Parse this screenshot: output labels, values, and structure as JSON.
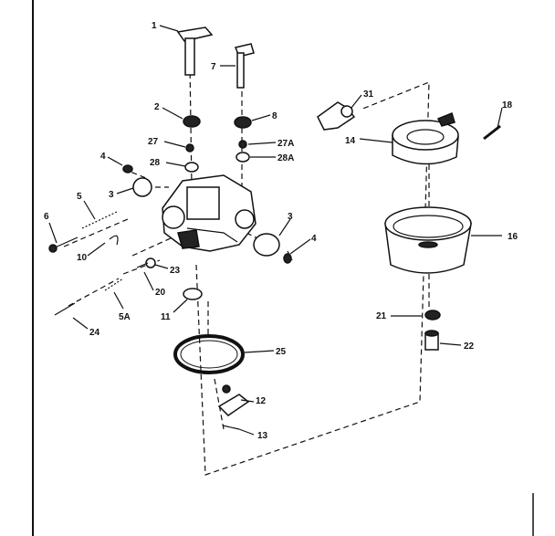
{
  "diagram": {
    "type": "exploded-parts-view",
    "labels": {
      "l1": "1",
      "l7": "7",
      "l2": "2",
      "l8": "8",
      "l27": "27",
      "l27a": "27A",
      "l28": "28",
      "l28a": "28A",
      "l4a": "4",
      "l3a": "3",
      "l5": "5",
      "l6": "6",
      "l10": "10",
      "l3b": "3",
      "l4b": "4",
      "l23": "23",
      "l20": "20",
      "l5a": "5A",
      "l11": "11",
      "l24": "24",
      "l25": "25",
      "l12": "12",
      "l13": "13",
      "l31": "31",
      "l18": "18",
      "l14": "14",
      "l16": "16",
      "l21": "21",
      "l22": "22"
    }
  }
}
